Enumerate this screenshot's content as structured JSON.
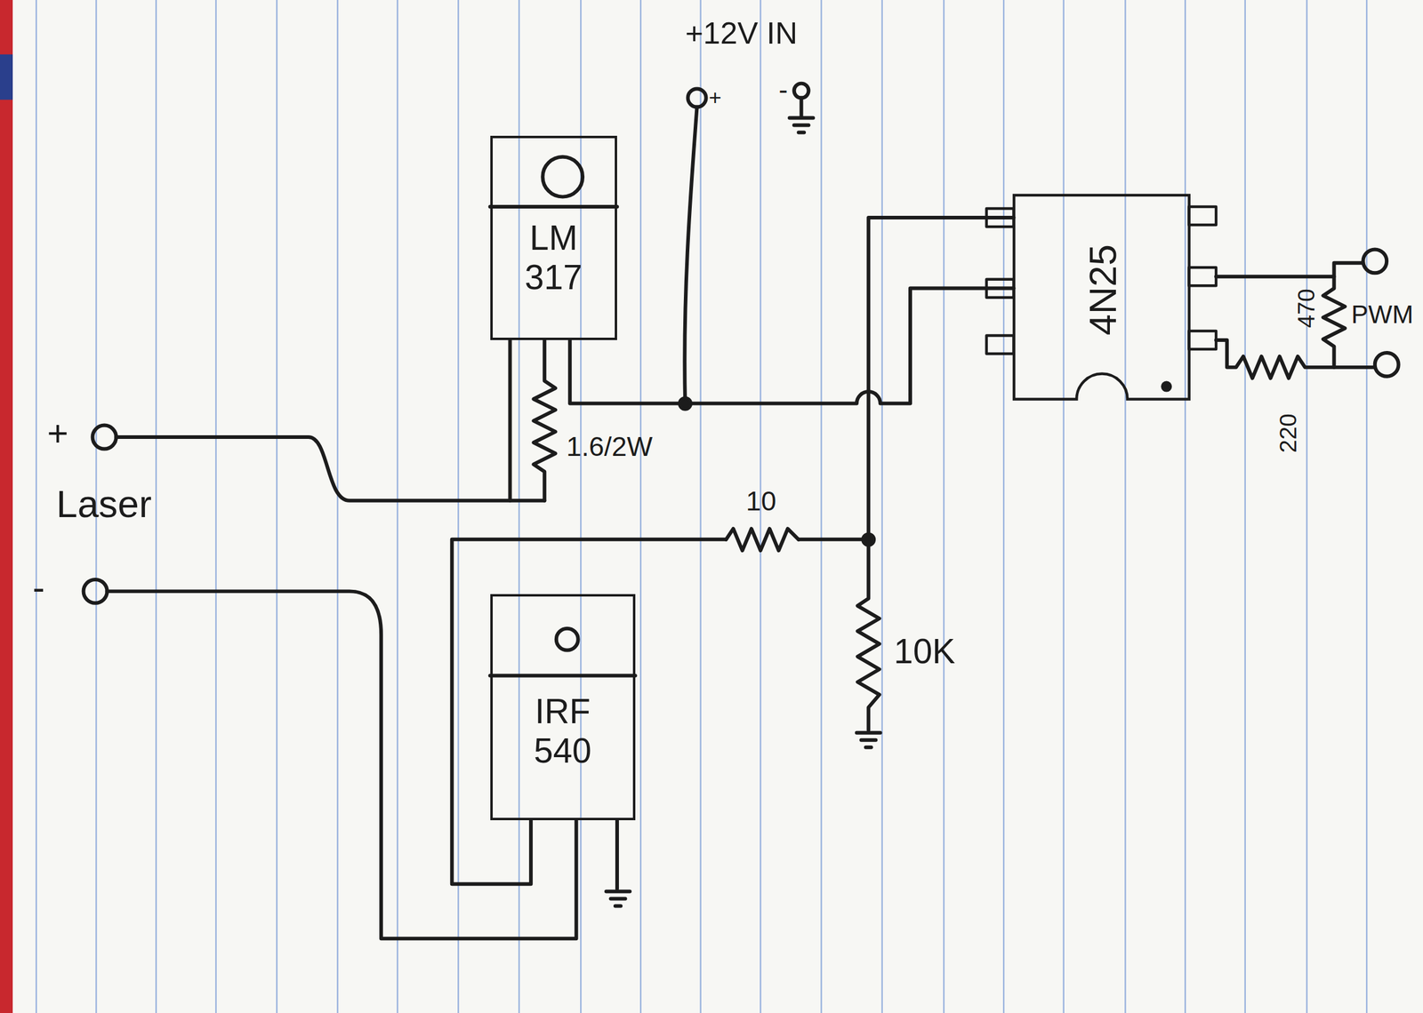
{
  "diagram": {
    "nodes": [
      {
        "text": [
          "LM 317"
        ]
      },
      {
        "text": [
          "IRF 540"
        ]
      },
      {
        "text": [
          "4N25"
        ]
      }
    ],
    "edges": [
      {
        "from": 0,
        "to": 2,
        "arrow": "none"
      },
      {
        "from": 1,
        "to": 2,
        "arrow": "none"
      }
    ],
    "labels": [
      "+12V IN",
      "+",
      "-",
      "+",
      "Laser",
      "-",
      "1.6/2W",
      "10",
      "10K",
      "470",
      "220",
      "PWM"
    ]
  }
}
